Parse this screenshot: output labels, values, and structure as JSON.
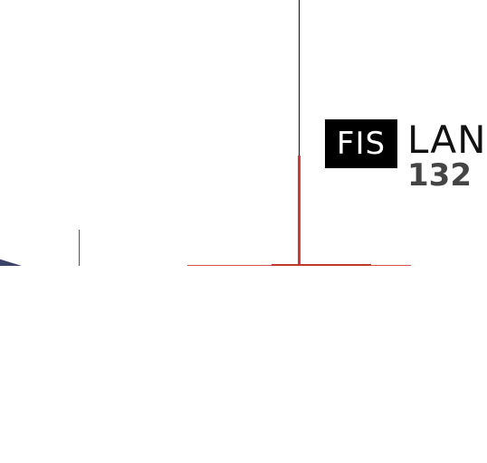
{
  "overlay": {
    "badge_text": "FIS",
    "title_text": "LAN",
    "number_text": "132"
  },
  "colors": {
    "background": "#ffffff",
    "badge_bg": "#000000",
    "badge_fg": "#ffffff",
    "title": "#111111",
    "number": "#444444",
    "red_line": "#d23a3a",
    "black_line": "#111111",
    "wedge": "#3b4468"
  }
}
